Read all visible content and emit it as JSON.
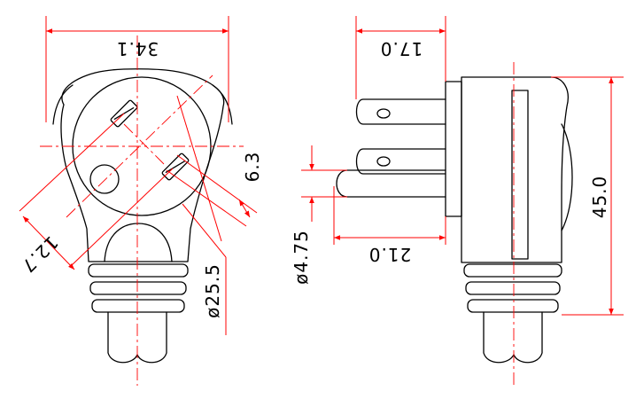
{
  "drawing": {
    "views": [
      "front-view",
      "side-view"
    ],
    "colors": {
      "outline": "#000000",
      "dimension": "#ff0000",
      "background": "#ffffff"
    },
    "dimensions": {
      "width_top": "34.1",
      "pin_spacing": "6.3",
      "pin_offset": "12.7",
      "face_diameter": "ø25.5",
      "blade_length": "17.0",
      "ground_pin_diameter": "ø4.75",
      "ground_pin_length": "21.0",
      "height": "45.0"
    }
  }
}
